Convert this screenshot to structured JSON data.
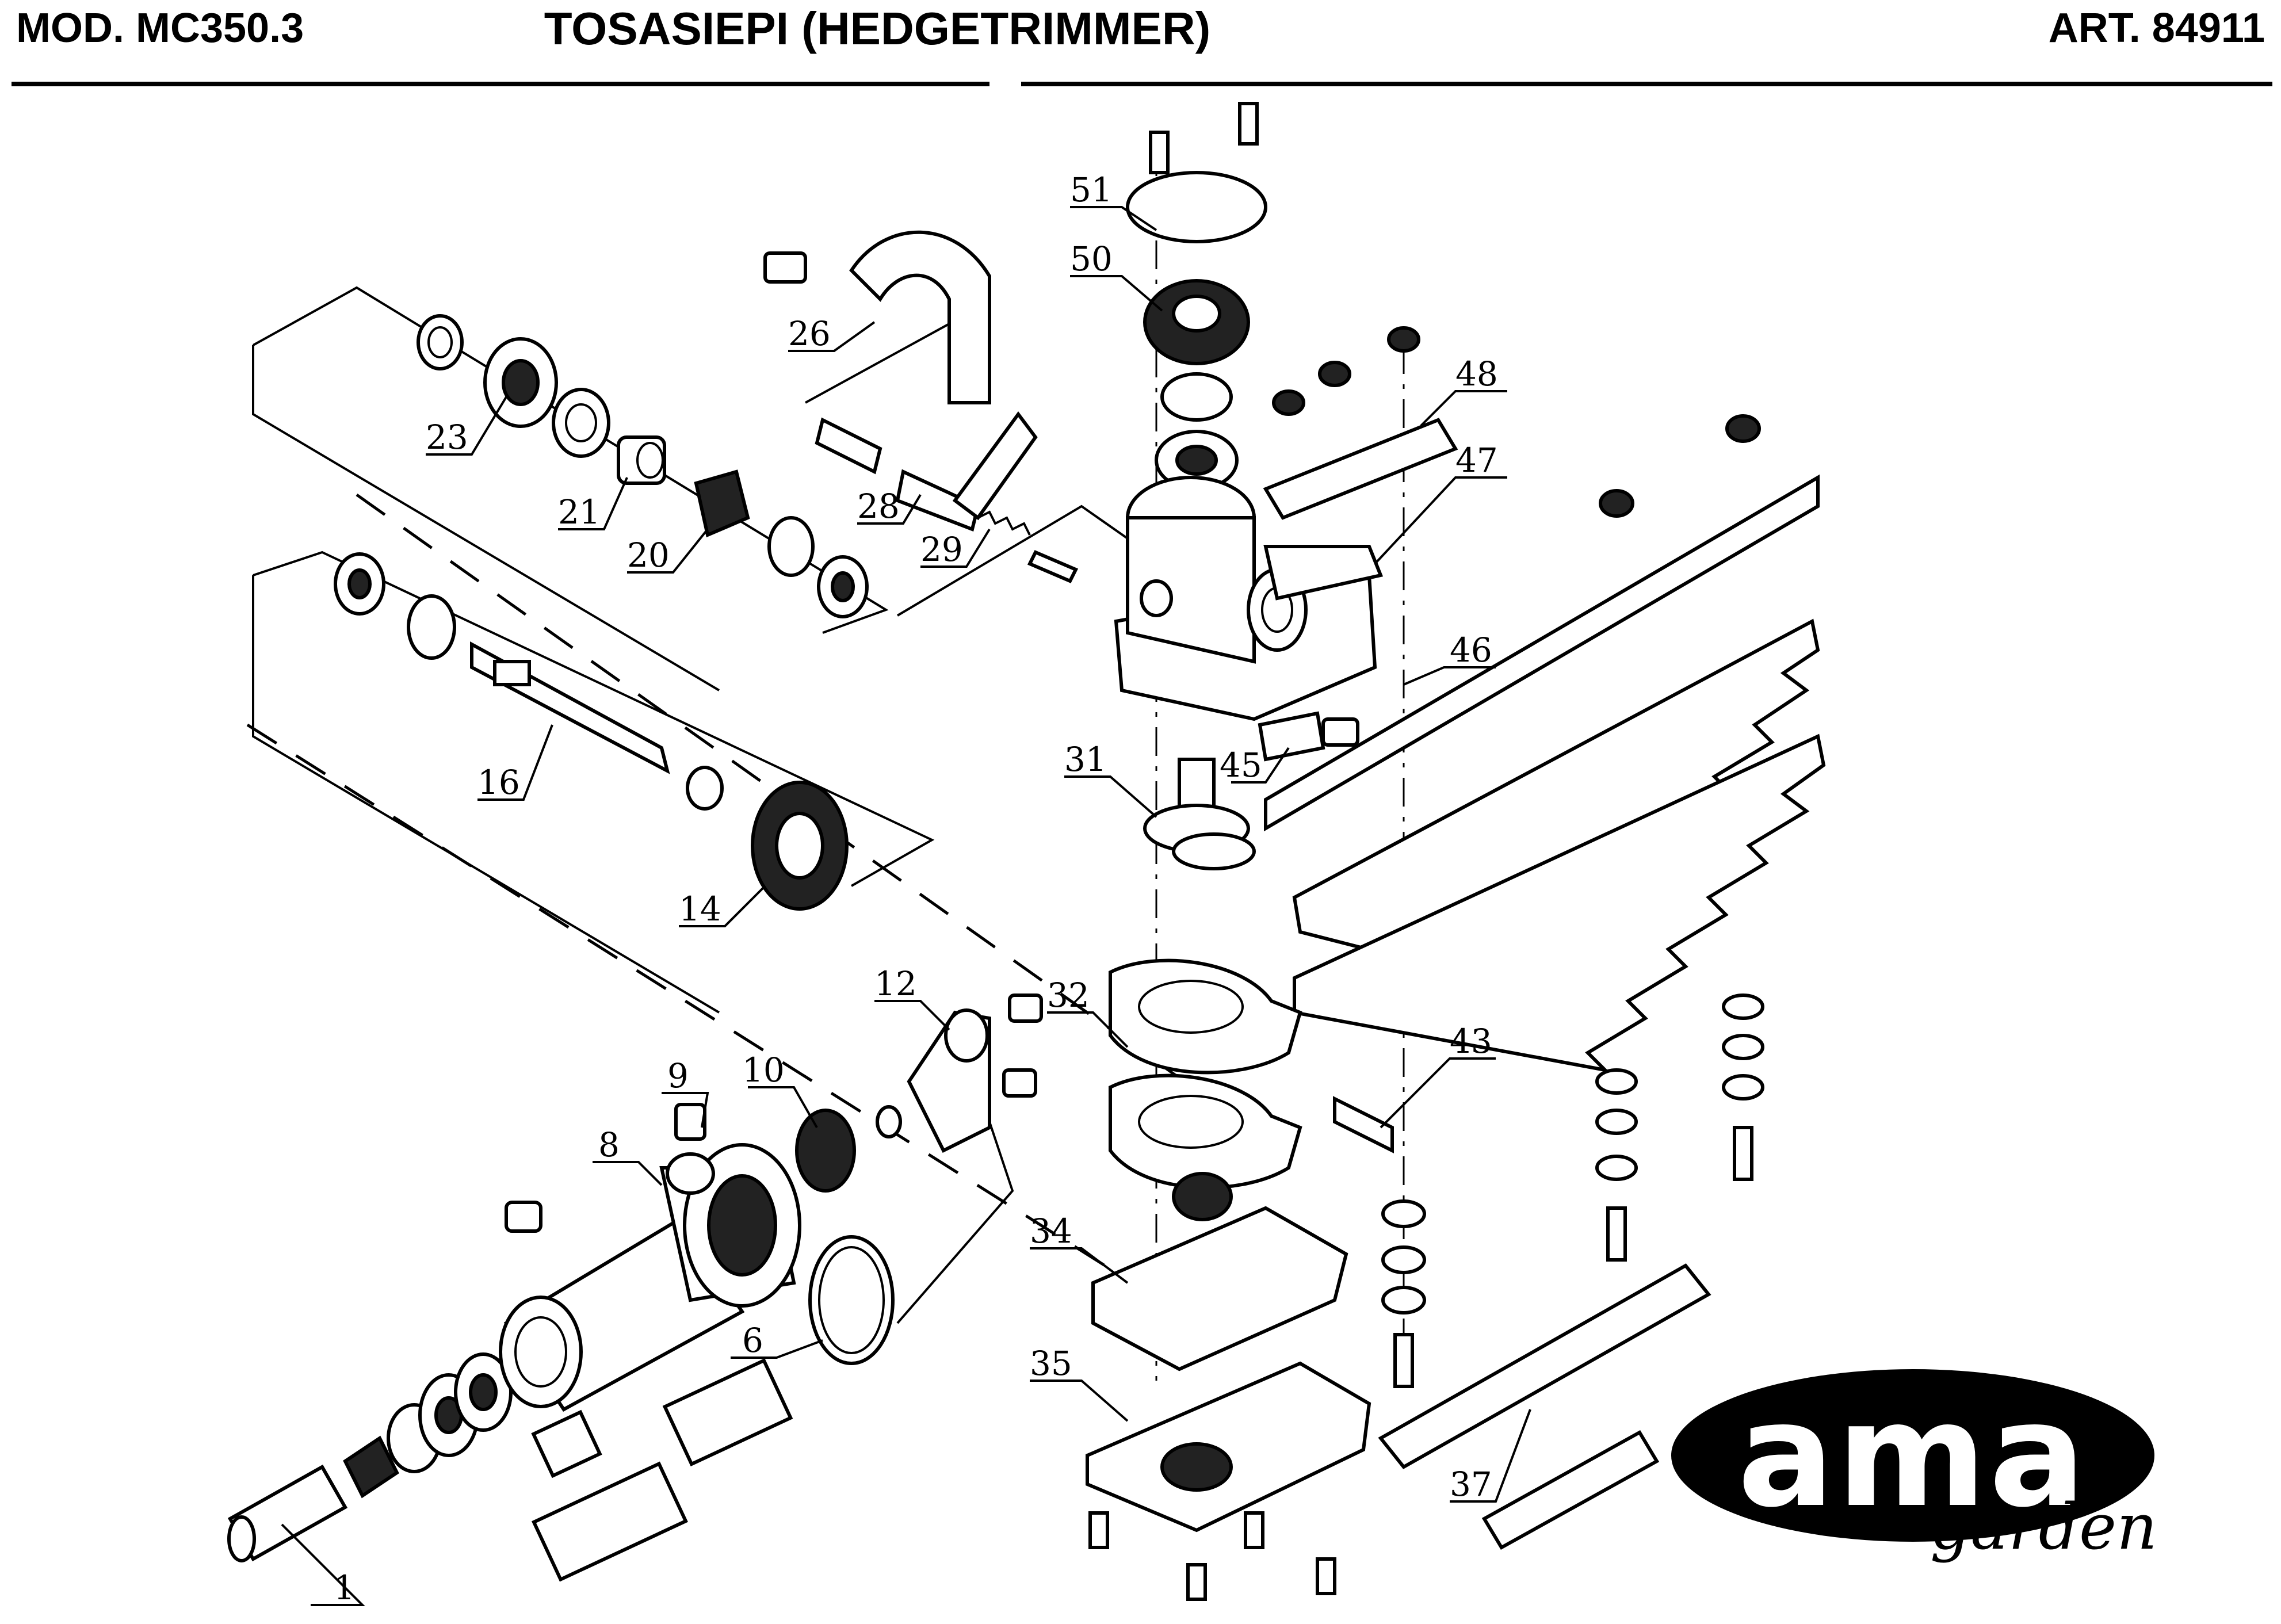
{
  "header": {
    "model": "MOD. MC350.3",
    "title": "TOSASIEPI (HEDGETRIMMER)",
    "article": "ART. 84911"
  },
  "callouts": [
    "51",
    "50",
    "26",
    "48",
    "47",
    "23",
    "21",
    "28",
    "29",
    "20",
    "46",
    "16",
    "31",
    "45",
    "14",
    "12",
    "32",
    "9",
    "10",
    "43",
    "8",
    "34",
    "6",
    "35",
    "37",
    "1"
  ],
  "logo": {
    "main": "ama",
    "sub": "garden"
  },
  "colors": {
    "ink": "#000000",
    "paper": "#ffffff"
  }
}
